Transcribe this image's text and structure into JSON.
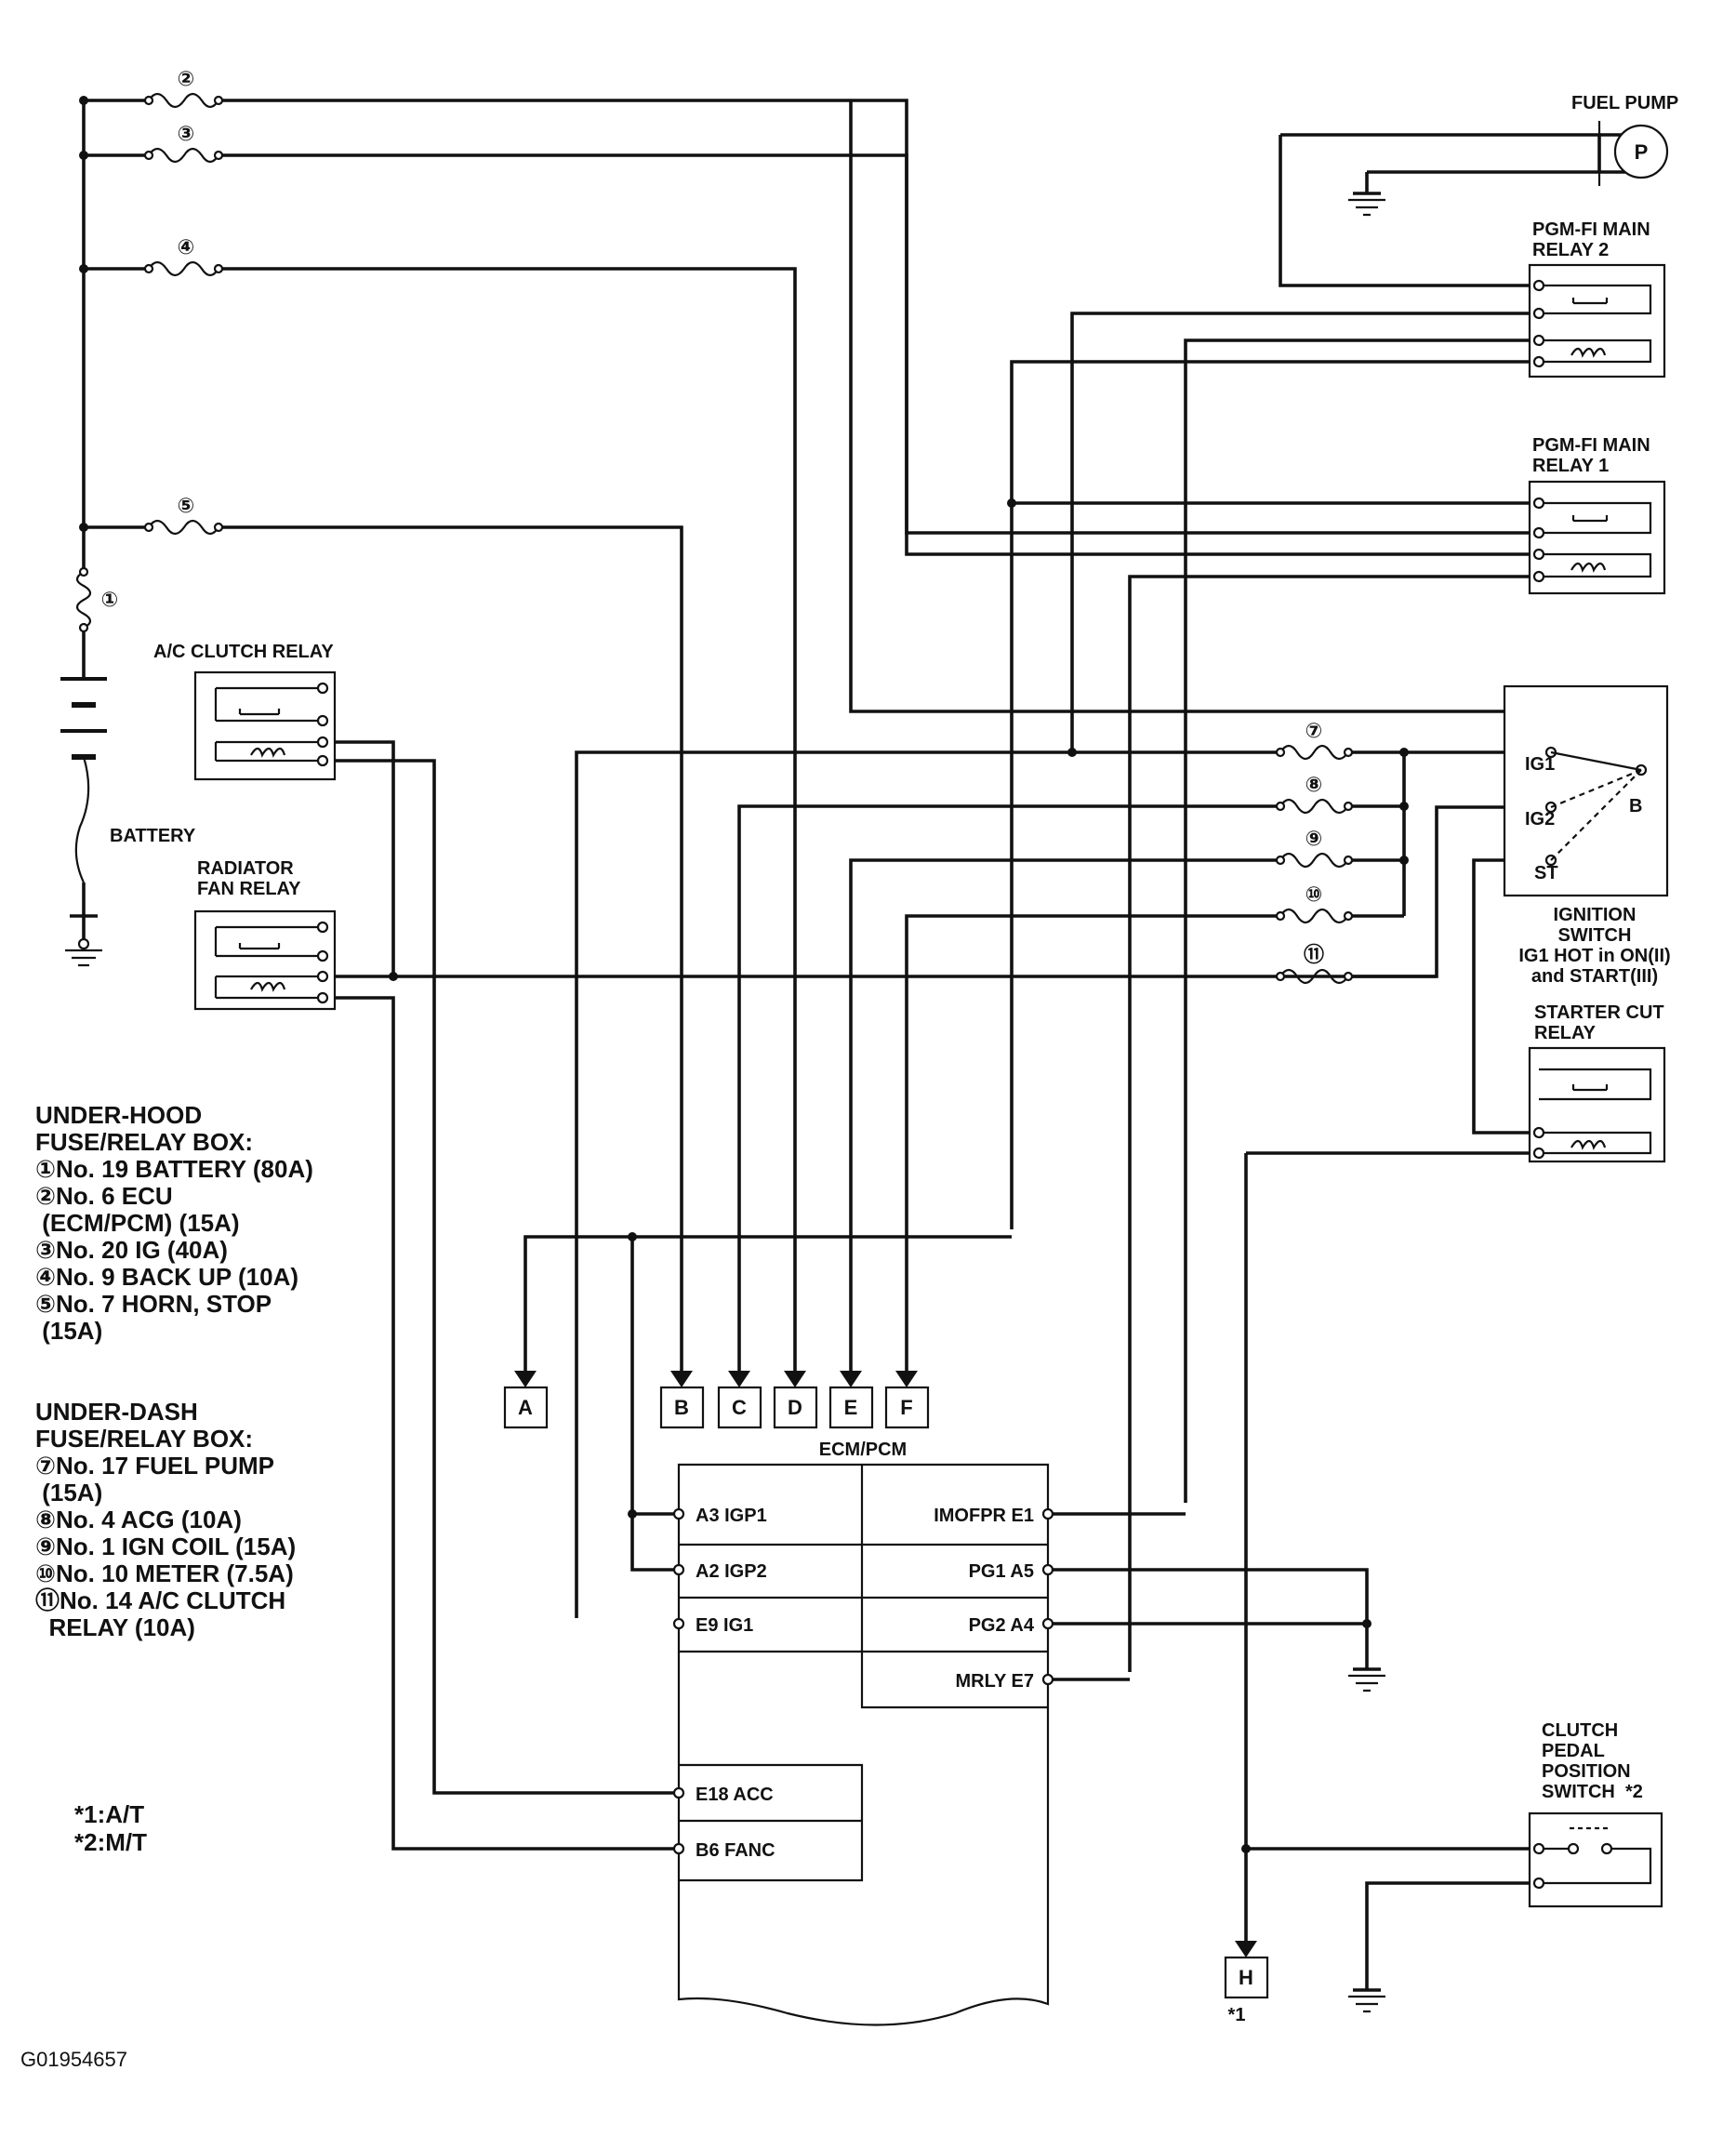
{
  "fuses": [
    "②",
    "③",
    "④",
    "⑤",
    "①",
    "⑦",
    "⑧",
    "⑨",
    "⑩",
    "⑪"
  ],
  "components": {
    "fuel_pump": "FUEL PUMP",
    "fuel_pump_symbol": "P",
    "main_relay_2": [
      "PGM-FI MAIN",
      "RELAY 2"
    ],
    "main_relay_1": [
      "PGM-FI MAIN",
      "RELAY 1"
    ],
    "ac_clutch_relay": "A/C CLUTCH RELAY",
    "battery": "BATTERY",
    "radiator_fan_relay": [
      "RADIATOR",
      "FAN RELAY"
    ],
    "ignition_switch": {
      "positions": [
        "IG1",
        "IG2",
        "ST",
        "B"
      ],
      "title": [
        "IGNITION",
        "SWITCH",
        "IG1 HOT in ON(II)",
        "and START(III)"
      ]
    },
    "starter_cut_relay": [
      "STARTER CUT",
      "RELAY"
    ],
    "clutch_switch": [
      "CLUTCH",
      "PEDAL",
      "POSITION",
      "SWITCH  *2"
    ]
  },
  "connectors": [
    "A",
    "B",
    "C",
    "D",
    "E",
    "F",
    "H"
  ],
  "connector_note": "*1",
  "ecm": {
    "title": "ECM/PCM",
    "left_pins": [
      "A3 IGP1",
      "A2 IGP2",
      "E9 IG1",
      "E18 ACC",
      "B6 FANC"
    ],
    "right_pins": [
      "IMOFPR E1",
      "PG1 A5",
      "PG2 A4",
      "MRLY E7"
    ]
  },
  "legend": {
    "under_hood": [
      "UNDER-HOOD",
      "FUSE/RELAY BOX:",
      "①No. 19 BATTERY (80A)",
      "②No. 6 ECU",
      " (ECM/PCM) (15A)",
      "③No. 20 IG (40A)",
      "④No. 9 BACK UP (10A)",
      "⑤No. 7 HORN, STOP",
      " (15A)"
    ],
    "under_dash": [
      "UNDER-DASH",
      "FUSE/RELAY BOX:",
      "⑦No. 17 FUEL PUMP",
      " (15A)",
      "⑧No. 4 ACG (10A)",
      "⑨No. 1 IGN COIL (15A)",
      "⑩No. 10 METER (7.5A)",
      "⑪No. 14 A/C CLUTCH",
      "  RELAY (10A)"
    ],
    "notes": [
      "*1:A/T",
      "*2:M/T"
    ]
  },
  "image_id": "G01954657"
}
